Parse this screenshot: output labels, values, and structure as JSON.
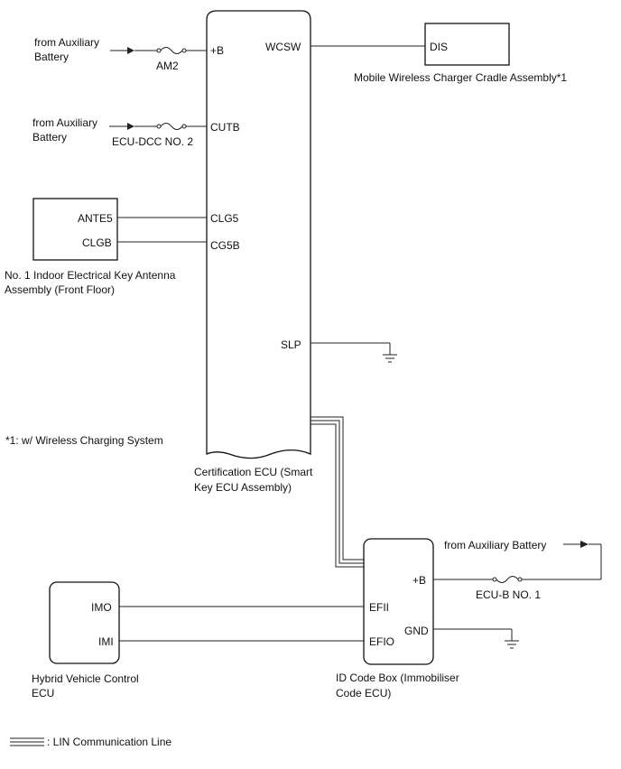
{
  "colors": {
    "line": "#222222",
    "text": "#111111",
    "background": "#ffffff"
  },
  "cert_ecu": {
    "name_line1": "Certification ECU (Smart",
    "name_line2": "Key ECU Assembly)",
    "pin_plus_b": "+B",
    "pin_cutb": "CUTB",
    "pin_clg5": "CLG5",
    "pin_cg5b": "CG5B",
    "pin_wcsw": "WCSW",
    "pin_slp": "SLP"
  },
  "supply_1": {
    "line1": "from Auxiliary",
    "line2": "Battery",
    "fuse": "AM2"
  },
  "supply_2": {
    "line1": "from Auxiliary",
    "line2": "Battery",
    "fuse": "ECU-DCC NO. 2"
  },
  "antenna": {
    "pin_ante5": "ANTE5",
    "pin_clgb": "CLGB",
    "name_line1": "No. 1 Indoor Electrical Key Antenna",
    "name_line2": "Assembly (Front Floor)"
  },
  "charger": {
    "pin_dis": "DIS",
    "name": "Mobile Wireless Charger Cradle Assembly*1"
  },
  "footnote": "*1: w/ Wireless Charging System",
  "id_code_box": {
    "pin_plus_b": "+B",
    "pin_gnd": "GND",
    "pin_efii": "EFII",
    "pin_efio": "EFIO",
    "name_line1": "ID Code Box (Immobiliser",
    "name_line2": "Code ECU)"
  },
  "supply_3": {
    "label": "from Auxiliary Battery",
    "fuse": "ECU-B NO. 1"
  },
  "hv_ecu": {
    "pin_imo": "IMO",
    "pin_imi": "IMI",
    "name_line1": "Hybrid Vehicle Control",
    "name_line2": "ECU"
  },
  "legend": {
    "label": ": LIN Communication Line"
  }
}
